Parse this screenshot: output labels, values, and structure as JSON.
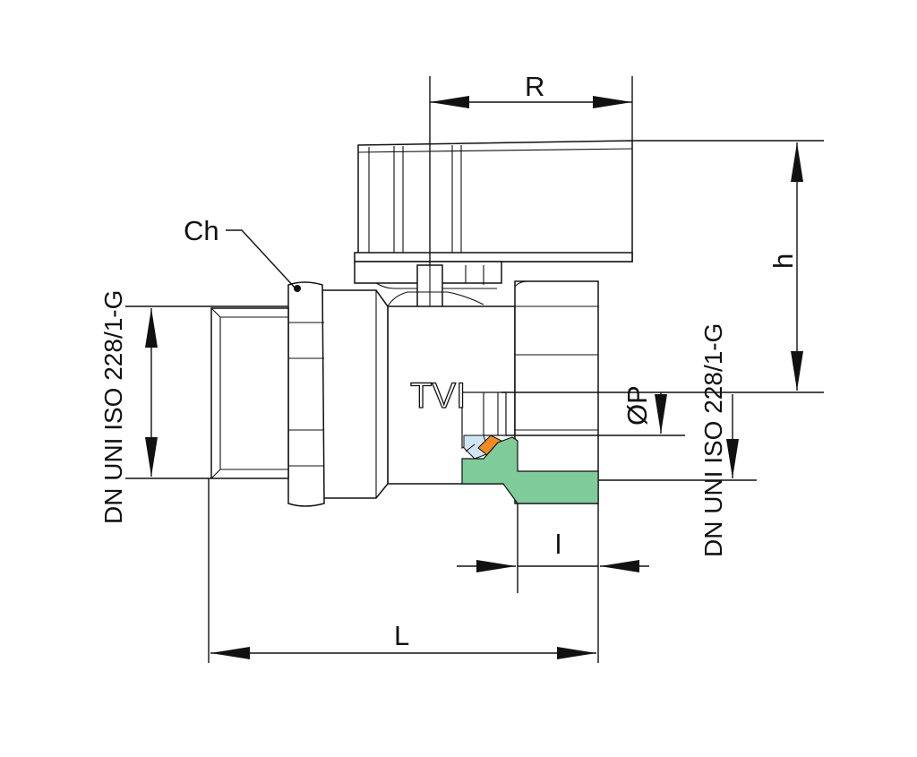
{
  "labels": {
    "r": "R",
    "h": "h",
    "ch": "Ch",
    "l_small": "l",
    "l_big": "L",
    "op": "ØP",
    "thread_left": "DN UNI ISO 228/1-G",
    "thread_right": "DN UNI ISO 228/1-G",
    "brand": "TVI"
  },
  "colors": {
    "seal_green": "#7fcb9a",
    "seal_orange": "#f08a24",
    "seal_blue": "#cfe7f5",
    "line": "#111111"
  }
}
